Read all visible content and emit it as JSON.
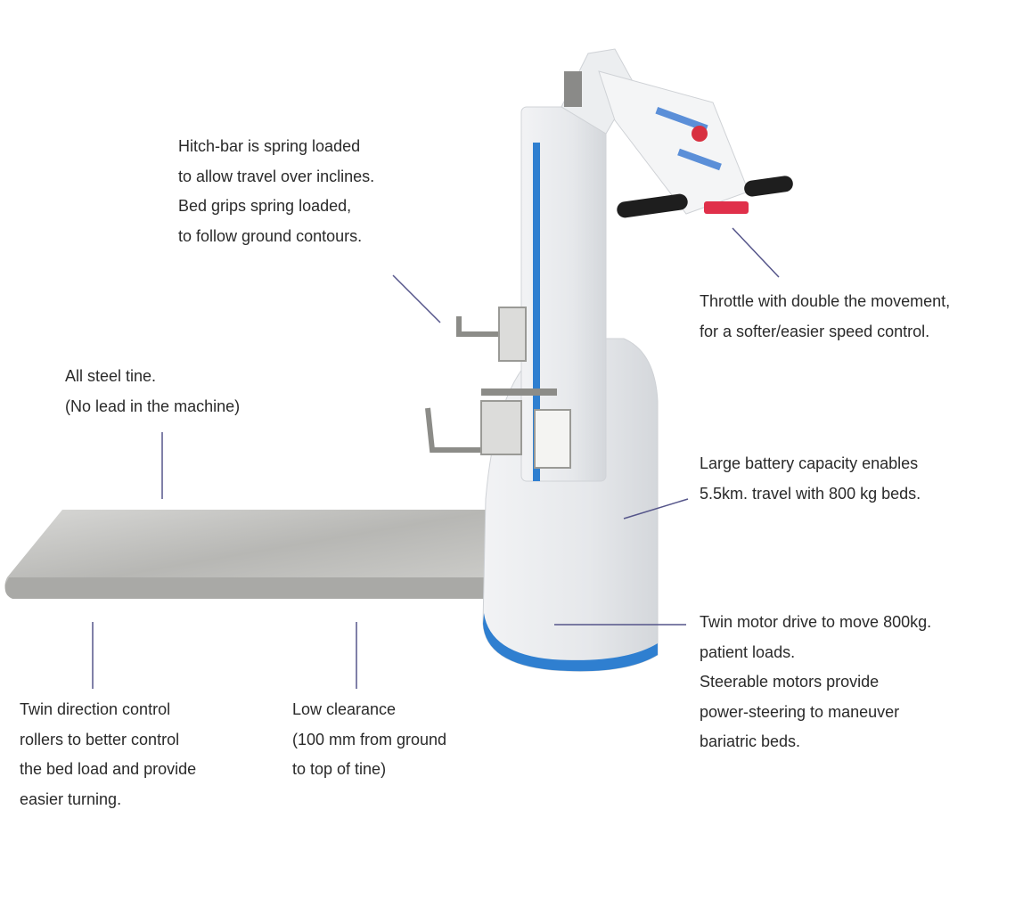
{
  "annotations": {
    "hitch_bar": [
      "Hitch-bar is spring loaded",
      "to allow travel over inclines.",
      "Bed grips spring loaded,",
      "to follow ground contours."
    ],
    "throttle": [
      "Throttle with double the movement,",
      "for a softer/easier speed control."
    ],
    "tine": [
      "All steel tine.",
      "(No lead in the machine)"
    ],
    "battery": [
      "Large battery capacity enables",
      "5.5km. travel with 800 kg beds."
    ],
    "motor": [
      "Twin motor drive to move 800kg.",
      "patient loads.",
      "Steerable motors provide",
      "power-steering to maneuver",
      "bariatric beds."
    ],
    "rollers": [
      "Twin direction control",
      "rollers to better control",
      "the bed load and provide",
      "easier turning."
    ],
    "clearance": [
      "Low clearance",
      "(100 mm from ground",
      "to top of tine)"
    ]
  },
  "colors": {
    "leader_line": "#55558a",
    "accent_blue": "#2f7fd0",
    "handle_red": "#e0304a"
  }
}
